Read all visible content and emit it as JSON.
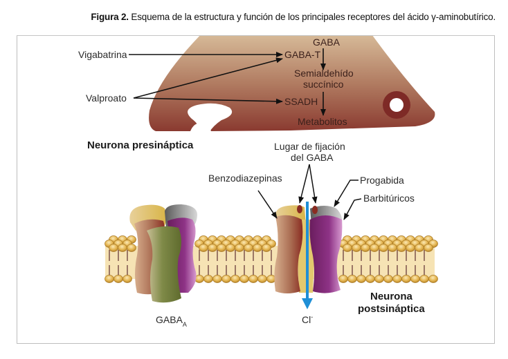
{
  "caption": {
    "prefix": "Figura 2.",
    "text": " Esquema de la estructura y función de los principales receptores del ácido γ-aminobutírico."
  },
  "presynaptic": {
    "label": "Neurona presináptica",
    "pathway": {
      "gaba": "GABA",
      "gaba_t": "GABA-T",
      "semialdehido_1": "Semialdehído",
      "semialdehido_2": "succínico",
      "ssadh": "SSADH",
      "metabolitos": "Metabolitos"
    },
    "drugs": {
      "vigabatrina": "Vigabatrina",
      "valproato": "Valproato"
    },
    "colors": {
      "top": "#dcc3a0",
      "bottom": "#8a3a30",
      "vesicle_ring": "#7e2a26"
    }
  },
  "postsynaptic": {
    "label_line1": "Neurona",
    "label_line2": "postsináptica",
    "binding_site_1": "Lugar de fijación",
    "binding_site_2": "del GABA",
    "benzodiazepinas": "Benzodiazepinas",
    "progabida": "Progabida",
    "barbituricos": "Barbitúricos",
    "receptor_label": "GABA",
    "receptor_subscript": "A",
    "ion_label": "Cl",
    "ion_superscript": "-",
    "colors": {
      "membrane_band": "#f6e3b4",
      "lipid_head": "#e0b44c",
      "ion_arrow": "#1f8fd6"
    }
  }
}
